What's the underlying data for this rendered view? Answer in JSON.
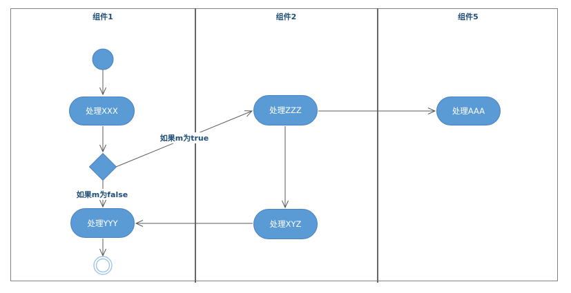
{
  "diagram": {
    "type": "uml-activity-swimlane",
    "lanes": [
      {
        "label": "组件1"
      },
      {
        "label": "组件2"
      },
      {
        "label": "组件5"
      }
    ],
    "nodes": {
      "xxx": "处理XXX",
      "yyy": "处理YYY",
      "zzz": "处理ZZZ",
      "xyz": "处理XYZ",
      "aaa": "处理AAA"
    },
    "edge_labels": {
      "m_true": "如果m为true",
      "m_false": "如果m为false"
    },
    "colors": {
      "node_fill": "#5B9BD5",
      "node_border": "#4A80C0",
      "node_text": "#FFFFFF",
      "title_text": "#1F4E79",
      "edge_line": "#595959",
      "frame_border": "#808080",
      "lane_divider": "#666666",
      "end_ring": "#9DC3E6"
    }
  }
}
